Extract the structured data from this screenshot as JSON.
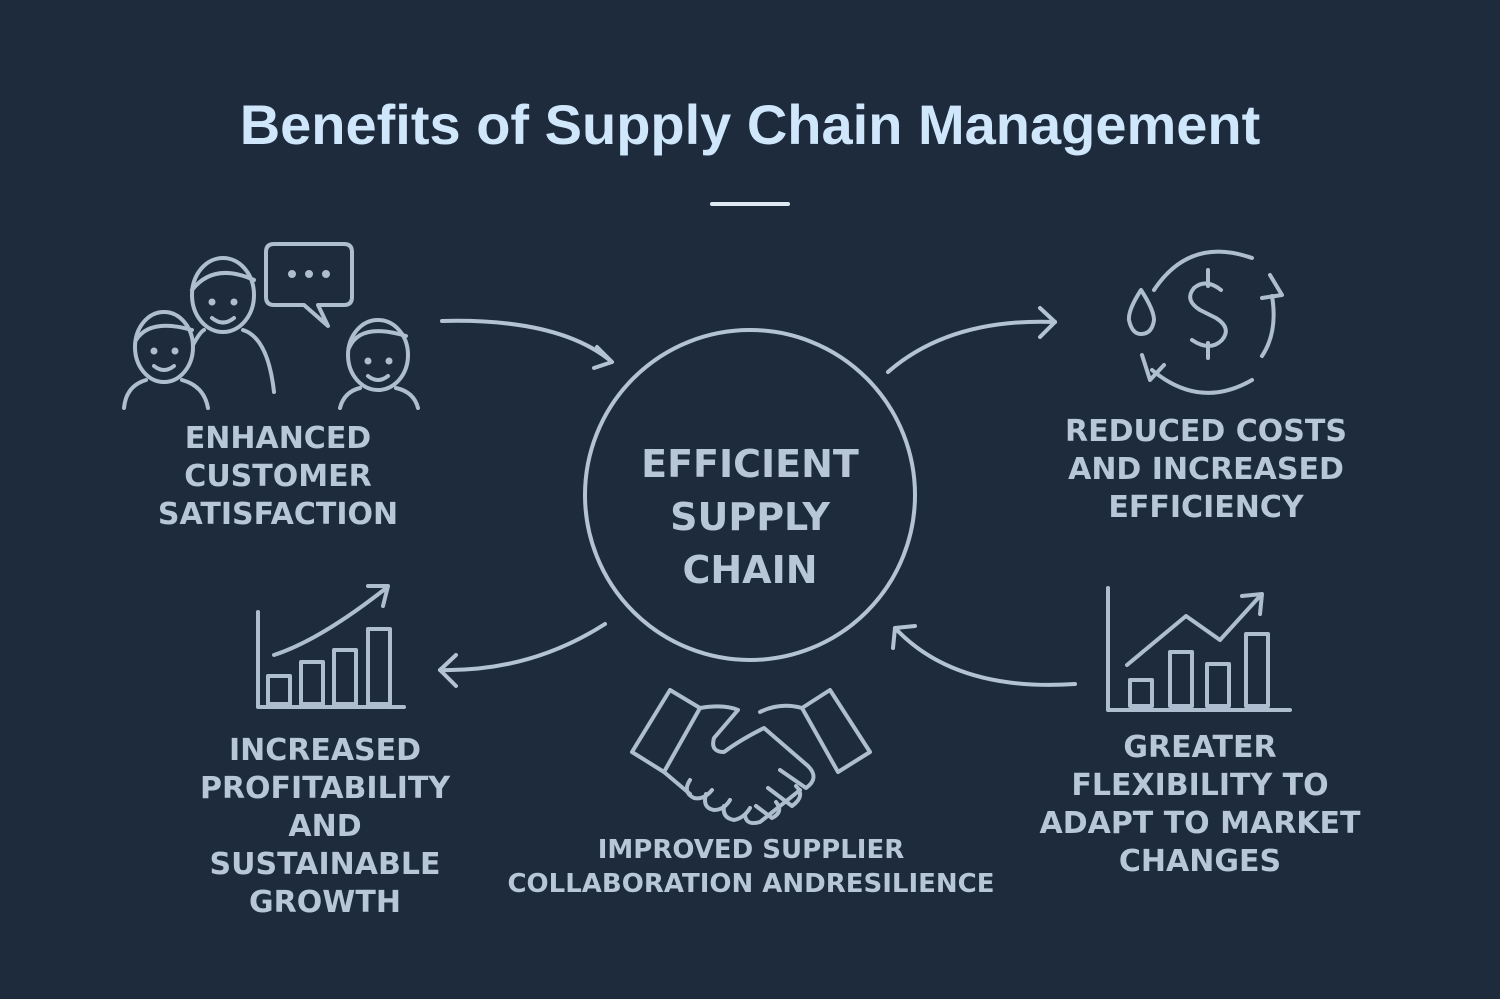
{
  "title": "Benefits of Supply Chain Management",
  "center": "EFFICIENT\nSUPPLY\nCHAIN",
  "benefits": {
    "customer": "ENHANCED\nCUSTOMER\nSATISFACTION",
    "costs": "REDUCED COSTS\nAND INCREASED\nEFFICIENCY",
    "profit": "INCREASED\nPROFITABILITY\nAND\nSUSTAINABLE\nGROWTH",
    "supplier": "IMPROVED SUPPLIER\nCOLLABORATION ANDRESILIENCE",
    "flexibility": "GREATER\nFLEXIBILITY TO\nADAPT TO MARKET\nCHANGES"
  },
  "icons": {
    "customer": "people-chat-icon",
    "costs": "dollar-cycle-icon",
    "profit": "growth-chart-icon",
    "supplier": "handshake-icon",
    "flexibility": "market-chart-icon"
  },
  "colors": {
    "background": "#1d2b3d",
    "title": "#cfe6fb",
    "text": "#b8c7d7",
    "lines": "#aebed0"
  }
}
